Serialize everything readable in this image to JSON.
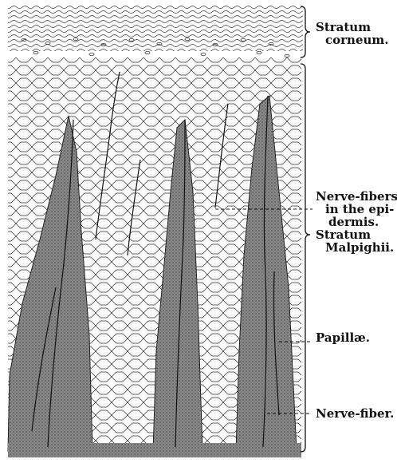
{
  "labels": {
    "stratum_corneum": {
      "line1": "Stratum",
      "line2": "corneum."
    },
    "nerve_fibers_epidermis": {
      "line1": "Nerve-fibers",
      "line2": "in the epi-",
      "line3": "dermis."
    },
    "stratum_malpighii": {
      "line1": "Stratum",
      "line2": "Malpighii."
    },
    "papillae": "Papillæ.",
    "nerve_fiber": "Nerve-fiber."
  },
  "colors": {
    "ink": "#1a1a1a",
    "papilla_fill": "#7a7a7a",
    "background": "#ffffff"
  }
}
